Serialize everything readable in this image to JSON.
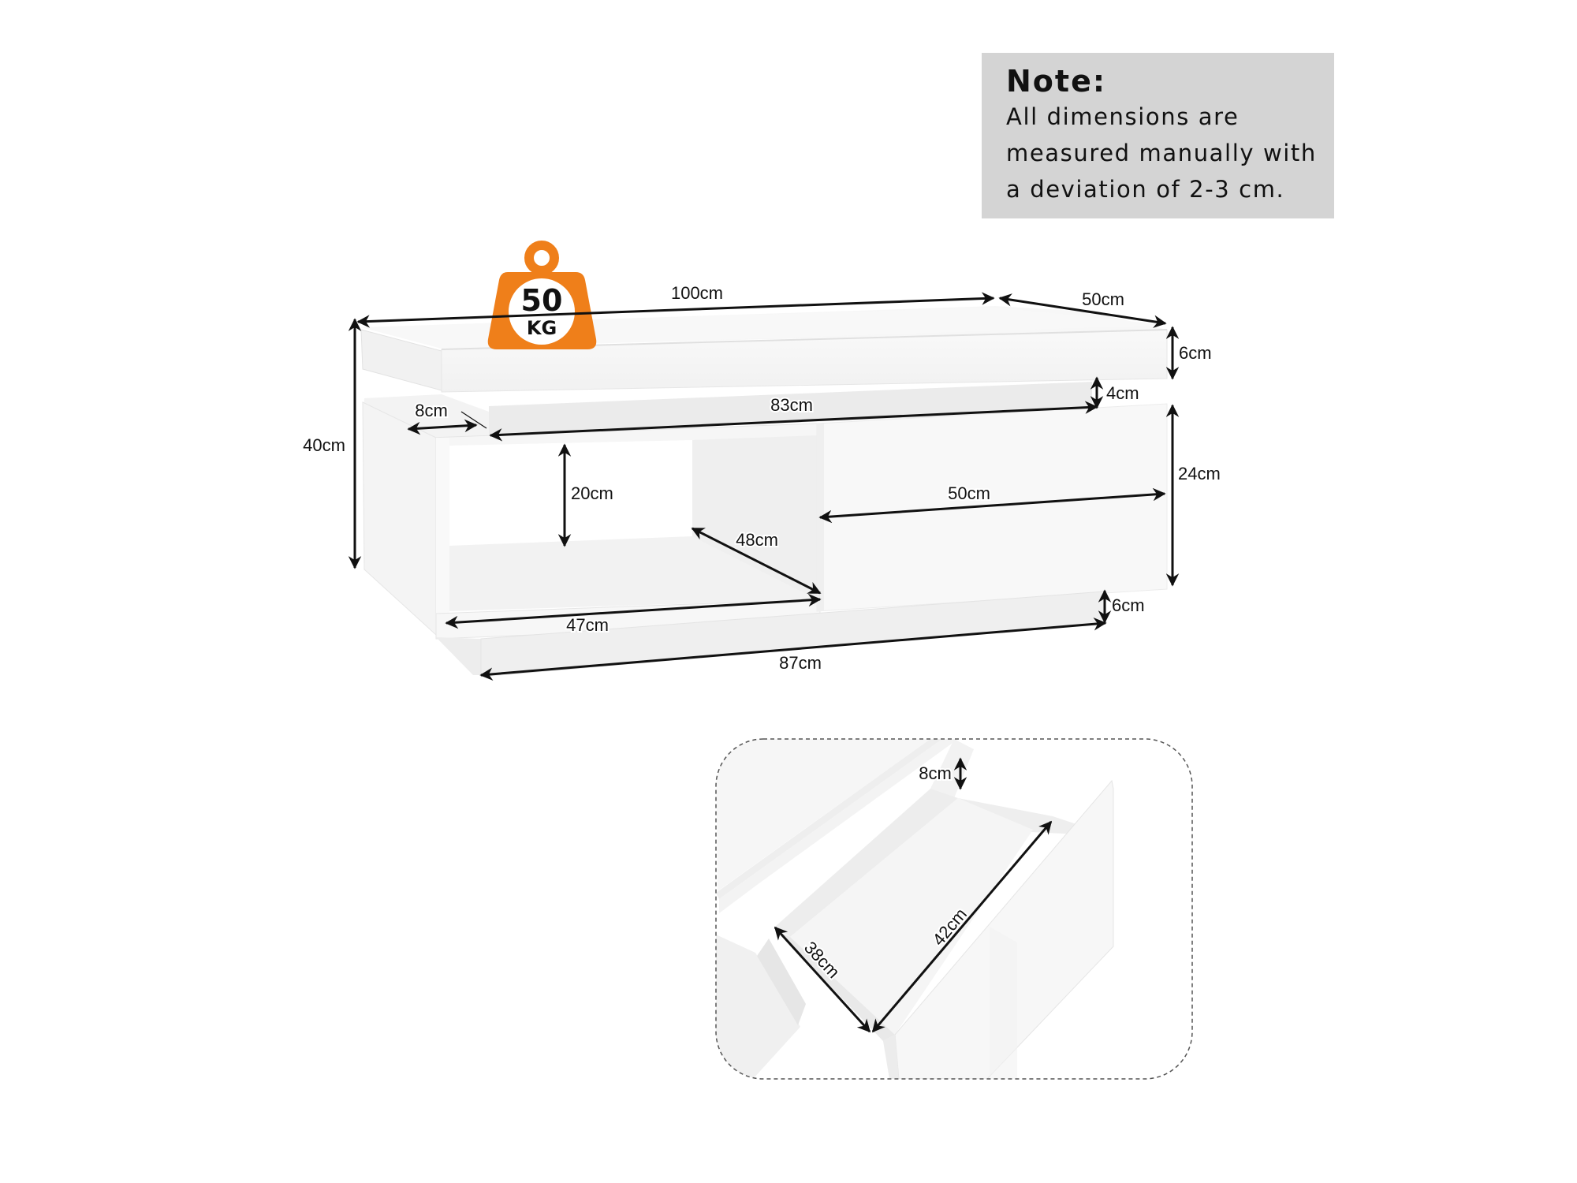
{
  "note": {
    "title": "Note:",
    "lines": [
      "All dimensions are",
      "measured manually with",
      "a deviation of 2-3 cm."
    ]
  },
  "weight_badge": {
    "icon": "weight-icon",
    "value": "50",
    "unit": "KG",
    "color": "#ef7f1a"
  },
  "main_view": {
    "dimensions": {
      "total_width": "100cm",
      "total_depth": "50cm",
      "total_height": "40cm",
      "top_thickness": "6cm",
      "top_gap": "4cm",
      "drawer_height": "24cm",
      "base_height": "6cm",
      "shelf_overhang": "8cm",
      "shelf_width": "83cm",
      "open_compartment_height": "20cm",
      "open_compartment_depth": "48cm",
      "open_compartment_width": "47cm",
      "base_width": "87cm",
      "drawer_width": "50cm"
    }
  },
  "drawer_inset": {
    "dimensions": {
      "drawer_depth": "8cm",
      "drawer_inner_width": "38cm",
      "drawer_inner_length": "42cm"
    }
  },
  "colors": {
    "line": "#111111",
    "panel_light": "#f6f6f6",
    "panel_shade": "#ececec",
    "note_bg": "#d4d4d4",
    "accent": "#ef7f1a"
  }
}
